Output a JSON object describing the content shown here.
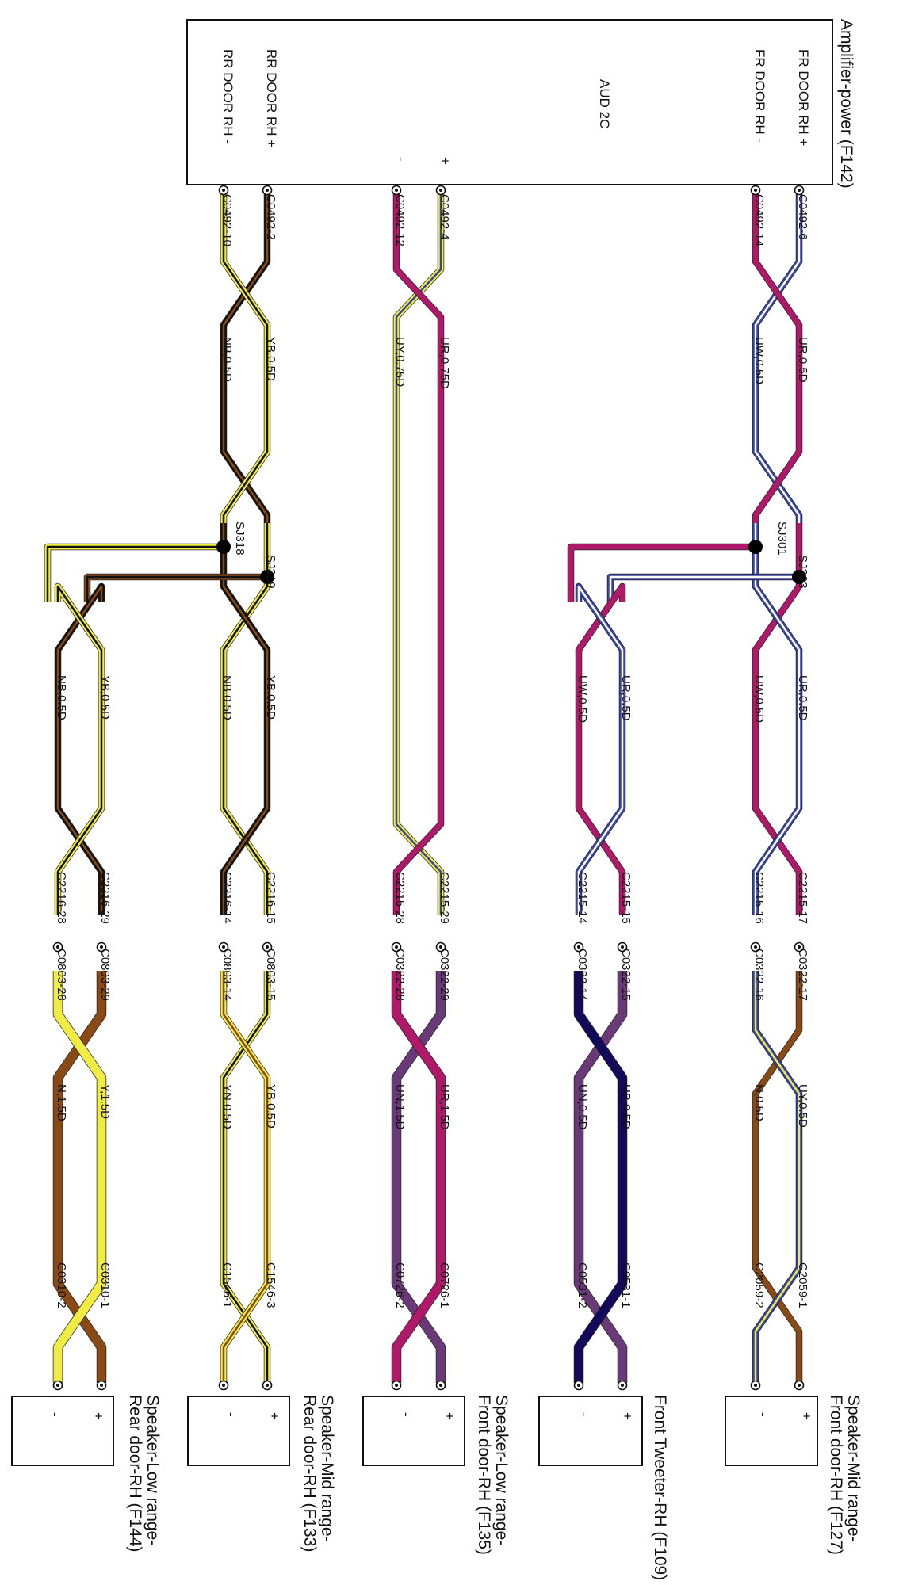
{
  "colors": {
    "wire_R": "#b0186a",
    "wire_U": "#3845a8",
    "wire_Y": "#f1ec44",
    "wire_B": "#111111",
    "wire_N": "#8a4a16",
    "wire_W": "#ffffff",
    "wire_U_dark": "#140a5a",
    "wire_UR_mix": "#6a3a78"
  },
  "amplifier": {
    "title": "Amplifier-power (F142)",
    "code": "AUD 2C",
    "pins": [
      "FR DOOR RH +",
      "FR DOOR RH -",
      "+",
      "-",
      "RR DOOR RH +",
      "RR DOOR RH -"
    ]
  },
  "connectors": {
    "amp_fr_pos": "C0492-6",
    "amp_fr_neg": "C0492-14",
    "amp_pos": "C0492-4",
    "amp_neg": "C0492-12",
    "amp_rr_pos": "C0492-2",
    "amp_rr_neg": "C0492-10",
    "c2216_17": "C2215-17",
    "c2216_16": "C2215-16",
    "c2216_15": "C2215-15",
    "c2216_14": "C2215-14",
    "c2215_29": "C2215-29",
    "c2215_28": "C2215-28",
    "c2216_rr15": "C2216-15",
    "c2216_rr14": "C2216-14",
    "c2216_29": "C2216-29",
    "c2216_28": "C2216-28",
    "c0322_17": "C0322-17",
    "c0322_16": "C0322-16",
    "c0322_15": "C0322-15",
    "c0322_14": "C0322-14",
    "c0322_29": "C0322-29",
    "c0322_28": "C0322-28",
    "c0803_15": "C0803-15",
    "c0803_14": "C0803-14",
    "c0803_29": "C0803-29",
    "c0803_28": "C0803-28",
    "c2059_1": "C2059-1",
    "c2059_2": "C2059-2",
    "c0531_1": "C0531-1",
    "c0531_2": "C0531-2",
    "c0726_1": "C0726-1",
    "c0726_2": "C0726-2",
    "c1546_3": "C1546-3",
    "c1546_1": "C1546-1",
    "c0310_1": "C0310-1",
    "c0310_2": "C0310-2"
  },
  "splices": {
    "sj301": "SJ301",
    "sj303": "SJ303",
    "sj318": "SJ318",
    "sj319": "SJ319"
  },
  "wires": {
    "seg1": {
      "fr_pos": "UR,0.5D",
      "fr_neg": "UW,0.5D",
      "amp_pos": "UR,0.75D",
      "amp_neg": "UY,0.75D",
      "rr_pos": "YB,0.5D",
      "rr_neg": "NB,0.5D"
    },
    "seg2": {
      "fr_mid_pos": "UR,0.5D",
      "fr_mid_neg": "UW,0.5D",
      "tw_pos": "UR,0.5D",
      "tw_neg": "UW,0.5D",
      "rr_mid_pos": "YB,0.5D",
      "rr_mid_neg": "NB,0.5D",
      "rr_low_pos": "YB,0.5D",
      "rr_low_neg": "NB,0.5D"
    },
    "seg3": {
      "fr_mid_pos": "UY,0.5D",
      "fr_mid_neg": "N,0.5D",
      "tw_pos": "UB,0.5D",
      "tw_neg": "UN,0.5D",
      "fr_low_pos": "UR,1.5D",
      "fr_low_neg": "UN,1.5D",
      "rr_mid_pos": "YB,0.5D",
      "rr_mid_neg": "YN,0.5D",
      "rr_low_pos": "Y,1.5D",
      "rr_low_neg": "N,1.5D"
    }
  },
  "speakers": {
    "fr_mid": {
      "line1": "Speaker-Mid range-",
      "line2": "Front door-RH (F127)",
      "pos": "+",
      "neg": "-"
    },
    "tweeter": {
      "line1": "Front Tweeter-RH (F109)",
      "pos": "+",
      "neg": "-"
    },
    "fr_low": {
      "line1": "Speaker-Low range-",
      "line2": "Front door-RH (F135)",
      "pos": "+",
      "neg": "-"
    },
    "rr_mid": {
      "line1": "Speaker-Mid range-",
      "line2": "Rear door-RH (F133)",
      "pos": "+",
      "neg": "-"
    },
    "rr_low": {
      "line1": "Speaker-Low range-",
      "line2": "Rear door-RH (F144)",
      "pos": "+",
      "neg": "-"
    }
  }
}
